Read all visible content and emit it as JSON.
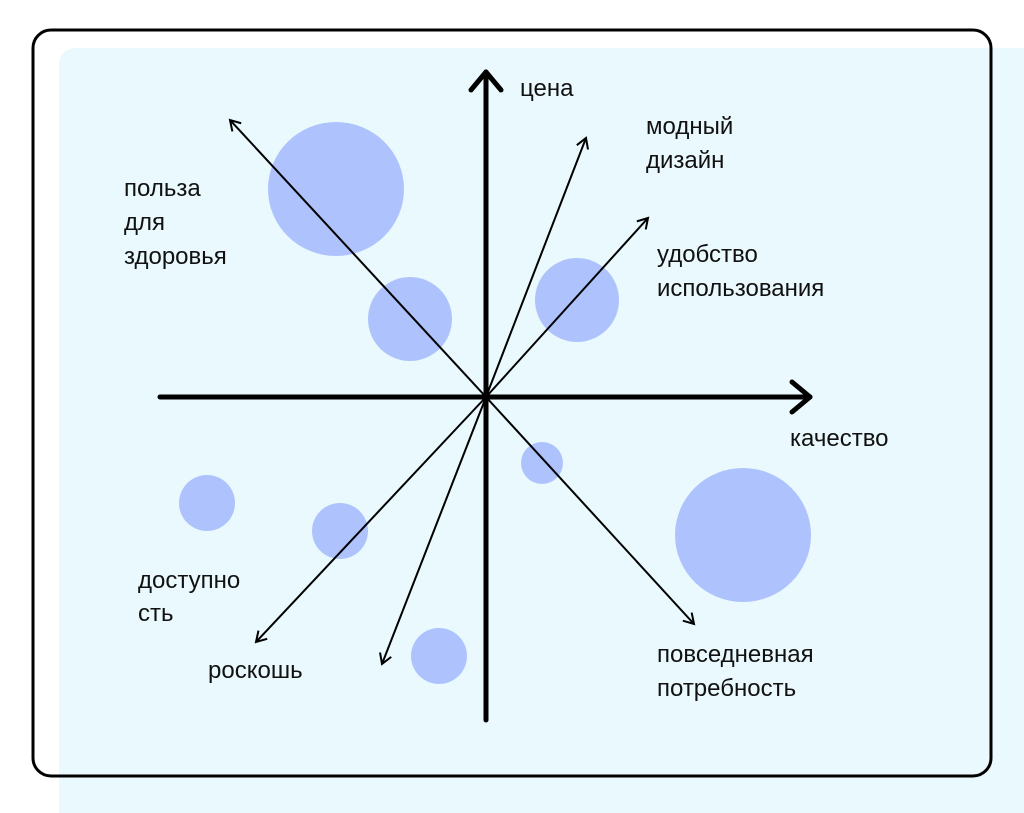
{
  "axes": {
    "vertical_label": "цена",
    "horizontal_label": "качество"
  },
  "vectors": [
    {
      "id": "health",
      "lines": [
        "польза",
        "для",
        "здоровья"
      ]
    },
    {
      "id": "fashion",
      "lines": [
        "модный",
        "дизайн"
      ]
    },
    {
      "id": "convenience",
      "lines": [
        "удобство",
        "использования"
      ]
    },
    {
      "id": "everyday",
      "lines": [
        "повседневная",
        "потребность"
      ]
    },
    {
      "id": "affordability",
      "lines": [
        "доступно",
        "сть"
      ]
    },
    {
      "id": "luxury",
      "lines": [
        "роскошь"
      ]
    }
  ],
  "colors": {
    "background": "#e9f9fd",
    "bubble": "#aec3fd",
    "stroke": "#000000"
  }
}
